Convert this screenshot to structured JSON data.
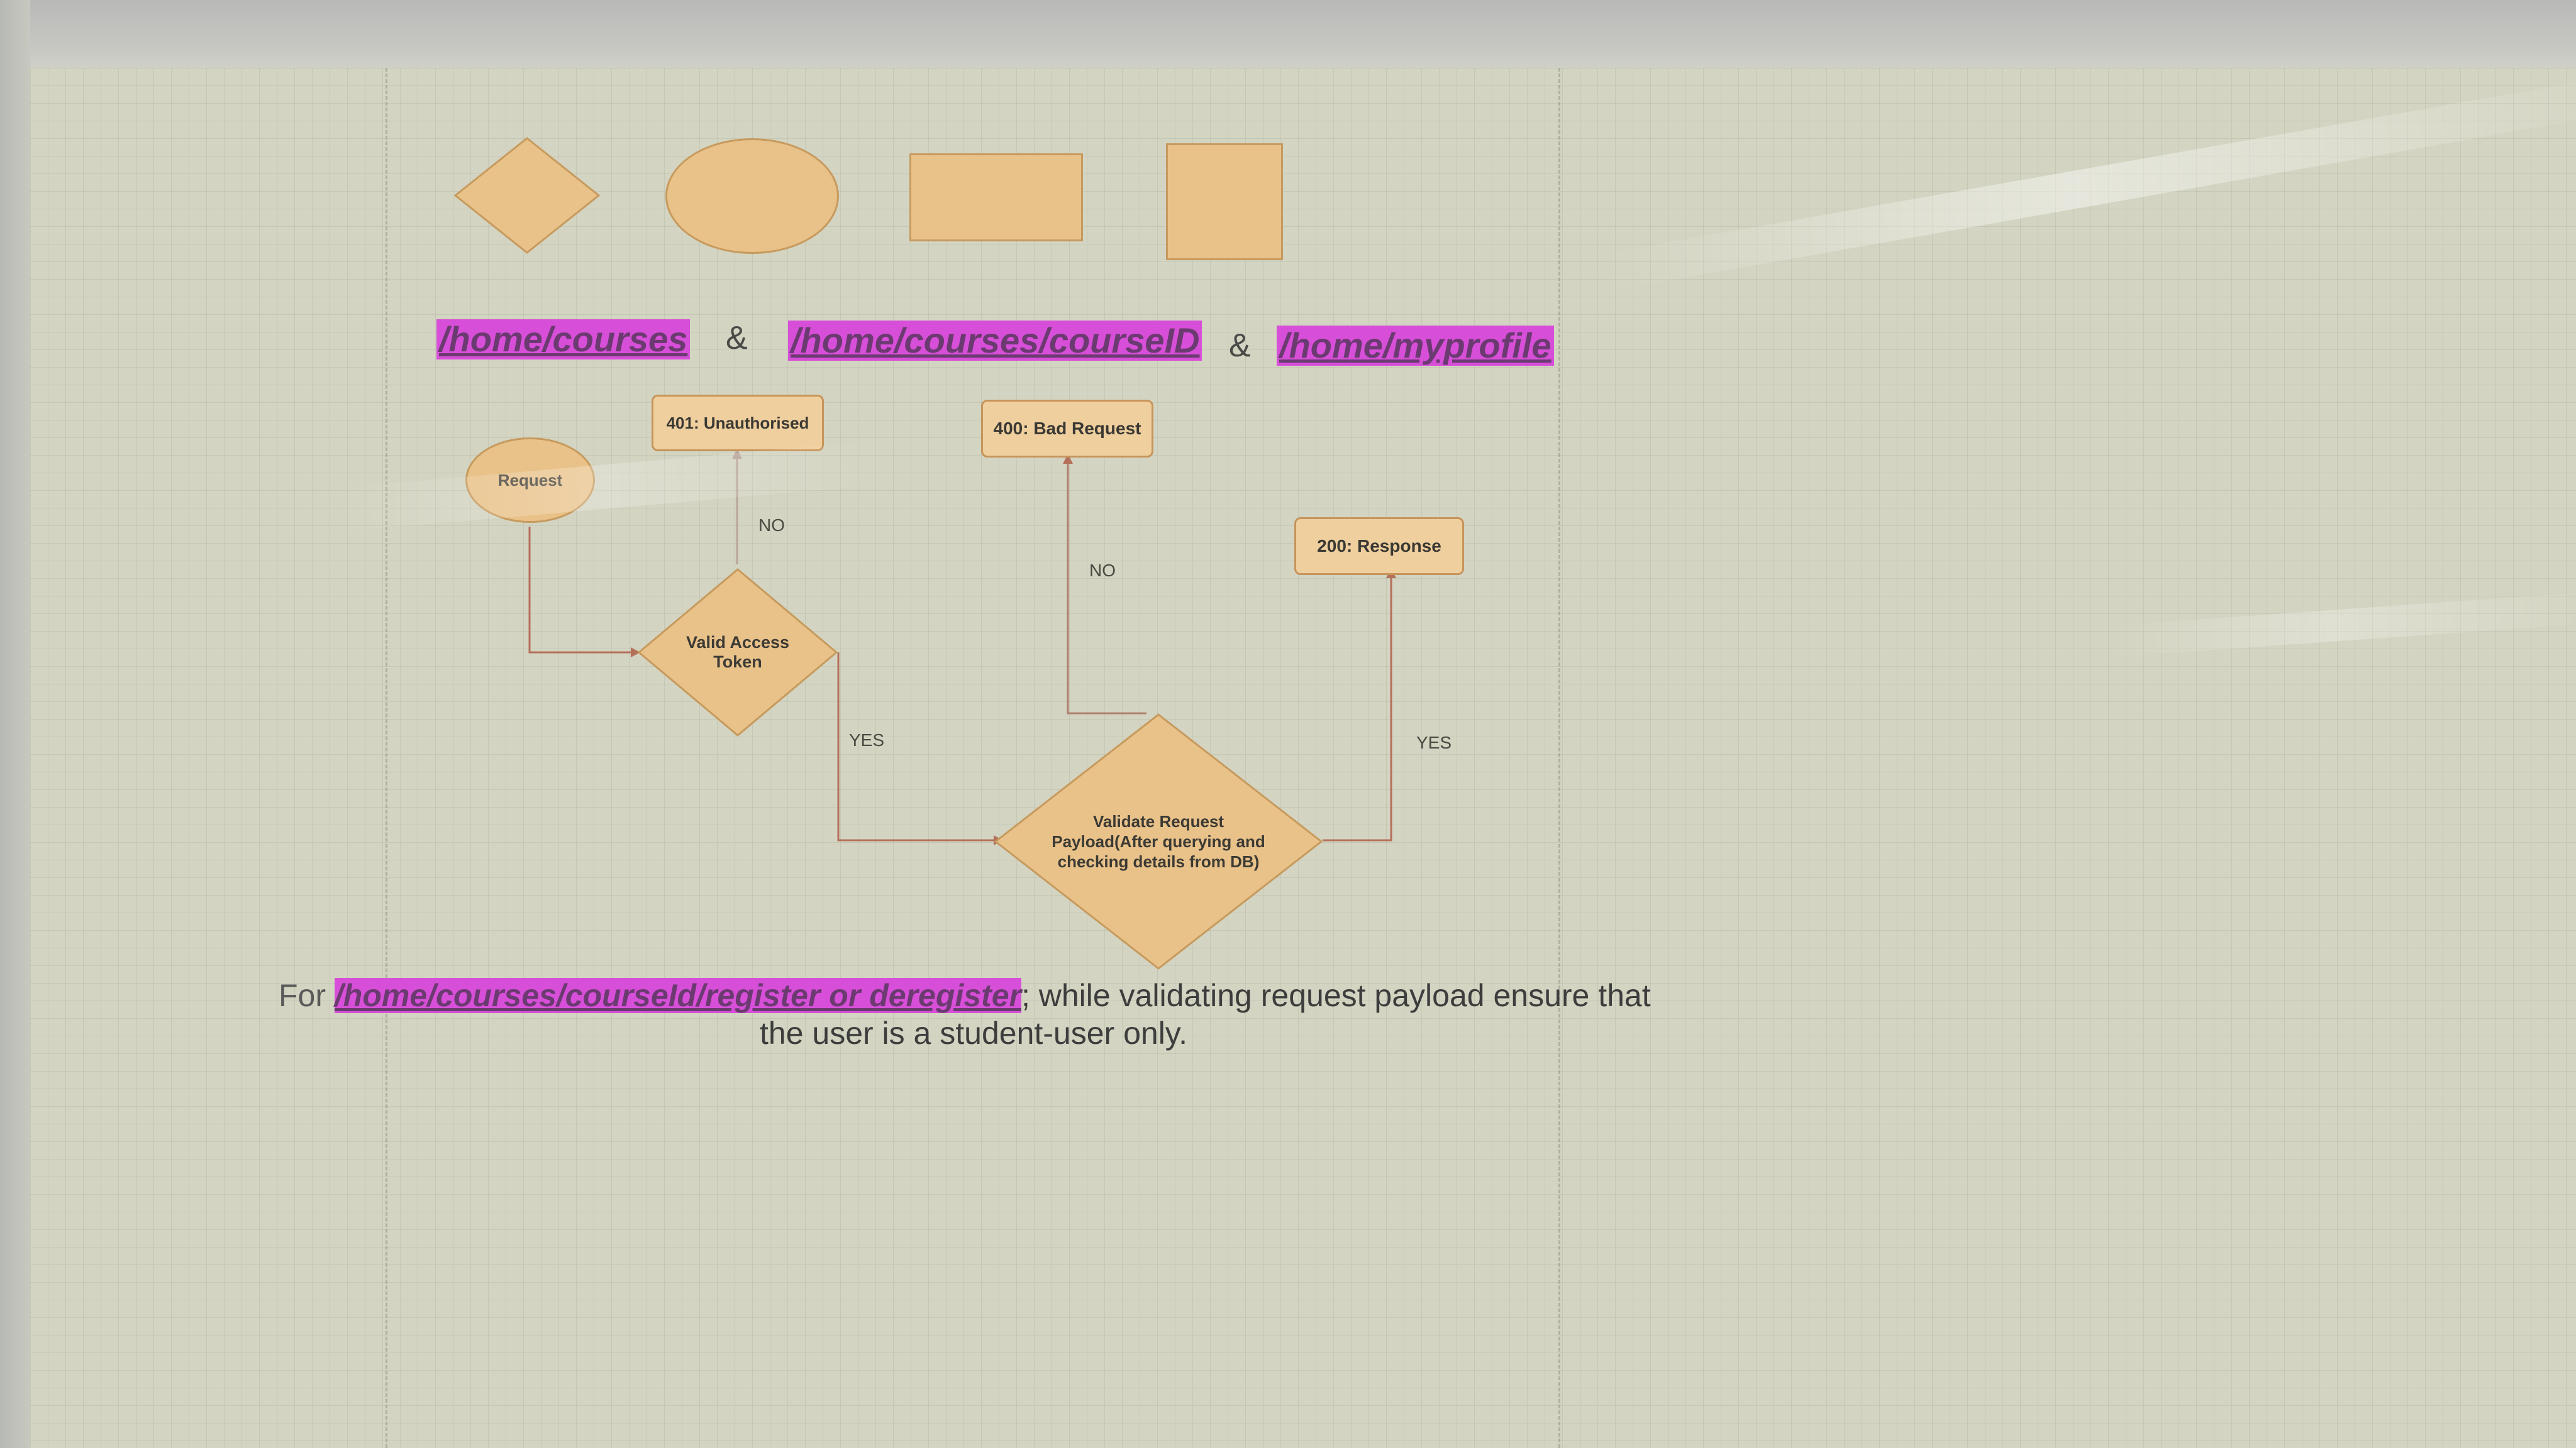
{
  "palette": {
    "shapes": {
      "diamond": "diamond-shape",
      "oval": "oval-shape",
      "rectangle": "rectangle-shape",
      "square": "square-shape"
    }
  },
  "routes": {
    "route1": "/home/courses",
    "sep1": "&",
    "route2": "/home/courses/courseID",
    "sep2": "&",
    "route3": "/home/myprofile"
  },
  "flow": {
    "request": "Request",
    "unauthorised": "401: Unauthorised",
    "bad_request": "400: Bad Request",
    "response": "200: Response",
    "valid_token": "Valid Access Token",
    "validate_payload": "Validate Request Payload(After querying and checking details from DB)",
    "no1": "NO",
    "no2": "NO",
    "yes1": "YES",
    "yes2": "YES"
  },
  "note": {
    "prefix": "For ",
    "highlight": "/home/courses/courseId/register or deregister",
    "rest": "; while validating request payload ensure that",
    "line2": "the user is a student-user only."
  },
  "colors": {
    "shape_fill": "#e9c28a",
    "highlight": "#d74fd8",
    "connector": "#b5705a",
    "grid": "#d3d4c1"
  }
}
